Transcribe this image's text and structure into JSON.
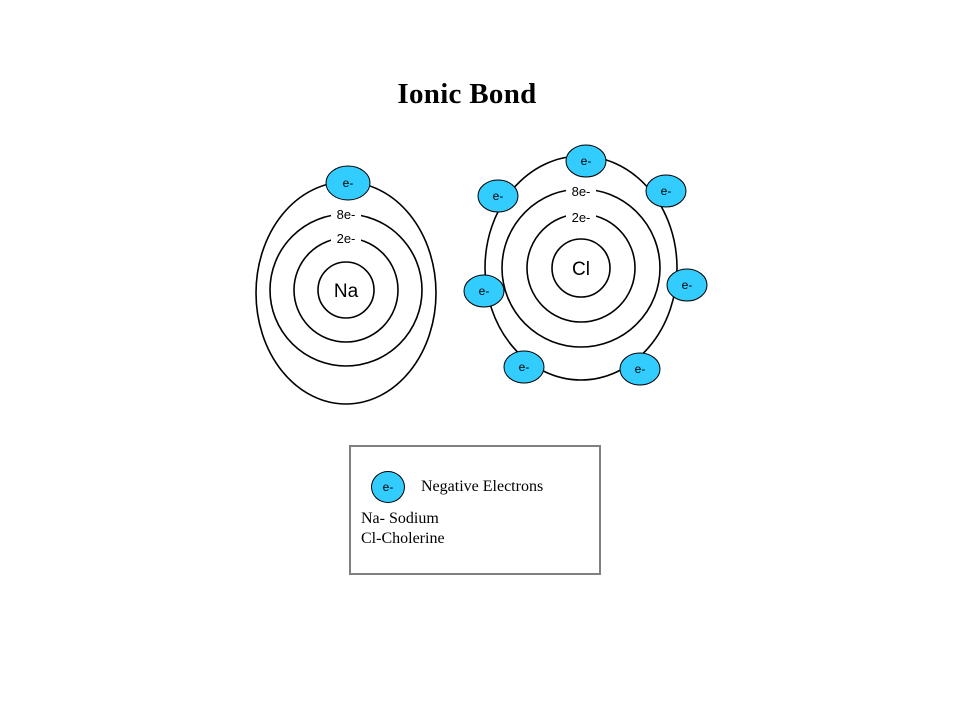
{
  "title": "Ionic Bond",
  "colors": {
    "electron_fill": "#33ccff",
    "shell_stroke": "#000000",
    "legend_border": "#808080",
    "background": "#ffffff"
  },
  "sodium_atom": {
    "nucleus": "Na",
    "shells": [
      {
        "label": "2e-"
      },
      {
        "label": "8e-"
      },
      {
        "label": ""
      }
    ],
    "electron_count": 1
  },
  "chlorine_atom": {
    "nucleus": "Cl",
    "shells": [
      {
        "label": "2e-"
      },
      {
        "label": "8e-"
      },
      {
        "label": ""
      }
    ],
    "electron_count": 7
  },
  "electron_label": "e-",
  "legend": {
    "electron_symbol": "e-",
    "electrons": "Negative Electrons",
    "sodium": "Na- Sodium",
    "chlorine": "Cl-Cholerine"
  }
}
